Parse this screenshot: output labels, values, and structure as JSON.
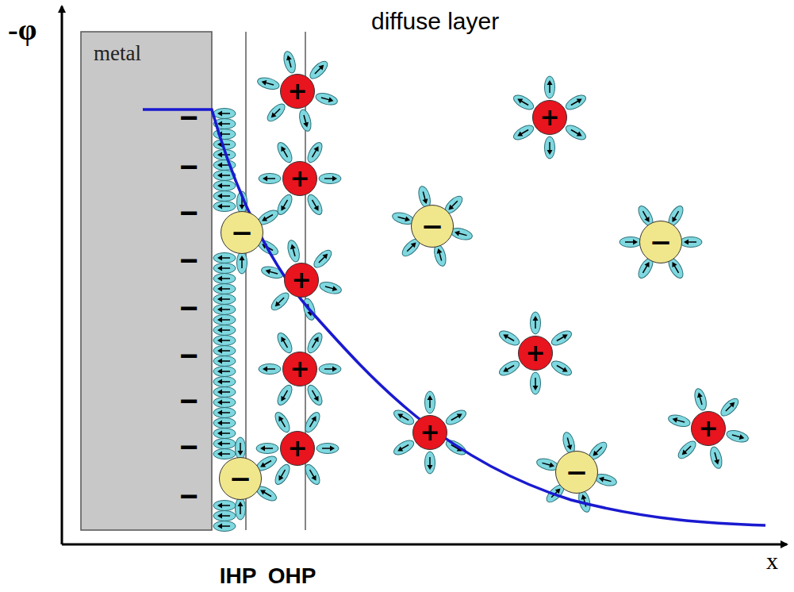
{
  "diagram": {
    "nodes": [
      {
        "text": [
          "metal"
        ]
      },
      {
        "text": [
          "+"
        ]
      },
      {
        "text": [
          "+"
        ]
      },
      {
        "text": [
          "+"
        ]
      },
      {
        "text": [
          "−"
        ]
      },
      {
        "text": [
          "−"
        ]
      },
      {
        "text": [
          "−"
        ]
      },
      {
        "text": [
          "+"
        ]
      },
      {
        "text": [
          "+"
        ]
      },
      {
        "text": [
          "+"
        ]
      },
      {
        "text": [
          "+"
        ]
      },
      {
        "text": [
          "+"
        ]
      },
      {
        "text": [
          "+"
        ]
      },
      {
        "text": [
          "−"
        ]
      },
      {
        "text": [
          "−"
        ]
      }
    ],
    "labels": [
      "-φ",
      "diffuse layer",
      "x",
      "IHP",
      "OHP",
      "−",
      "−",
      "−",
      "−",
      "−",
      "−",
      "−",
      "−",
      "−"
    ]
  }
}
